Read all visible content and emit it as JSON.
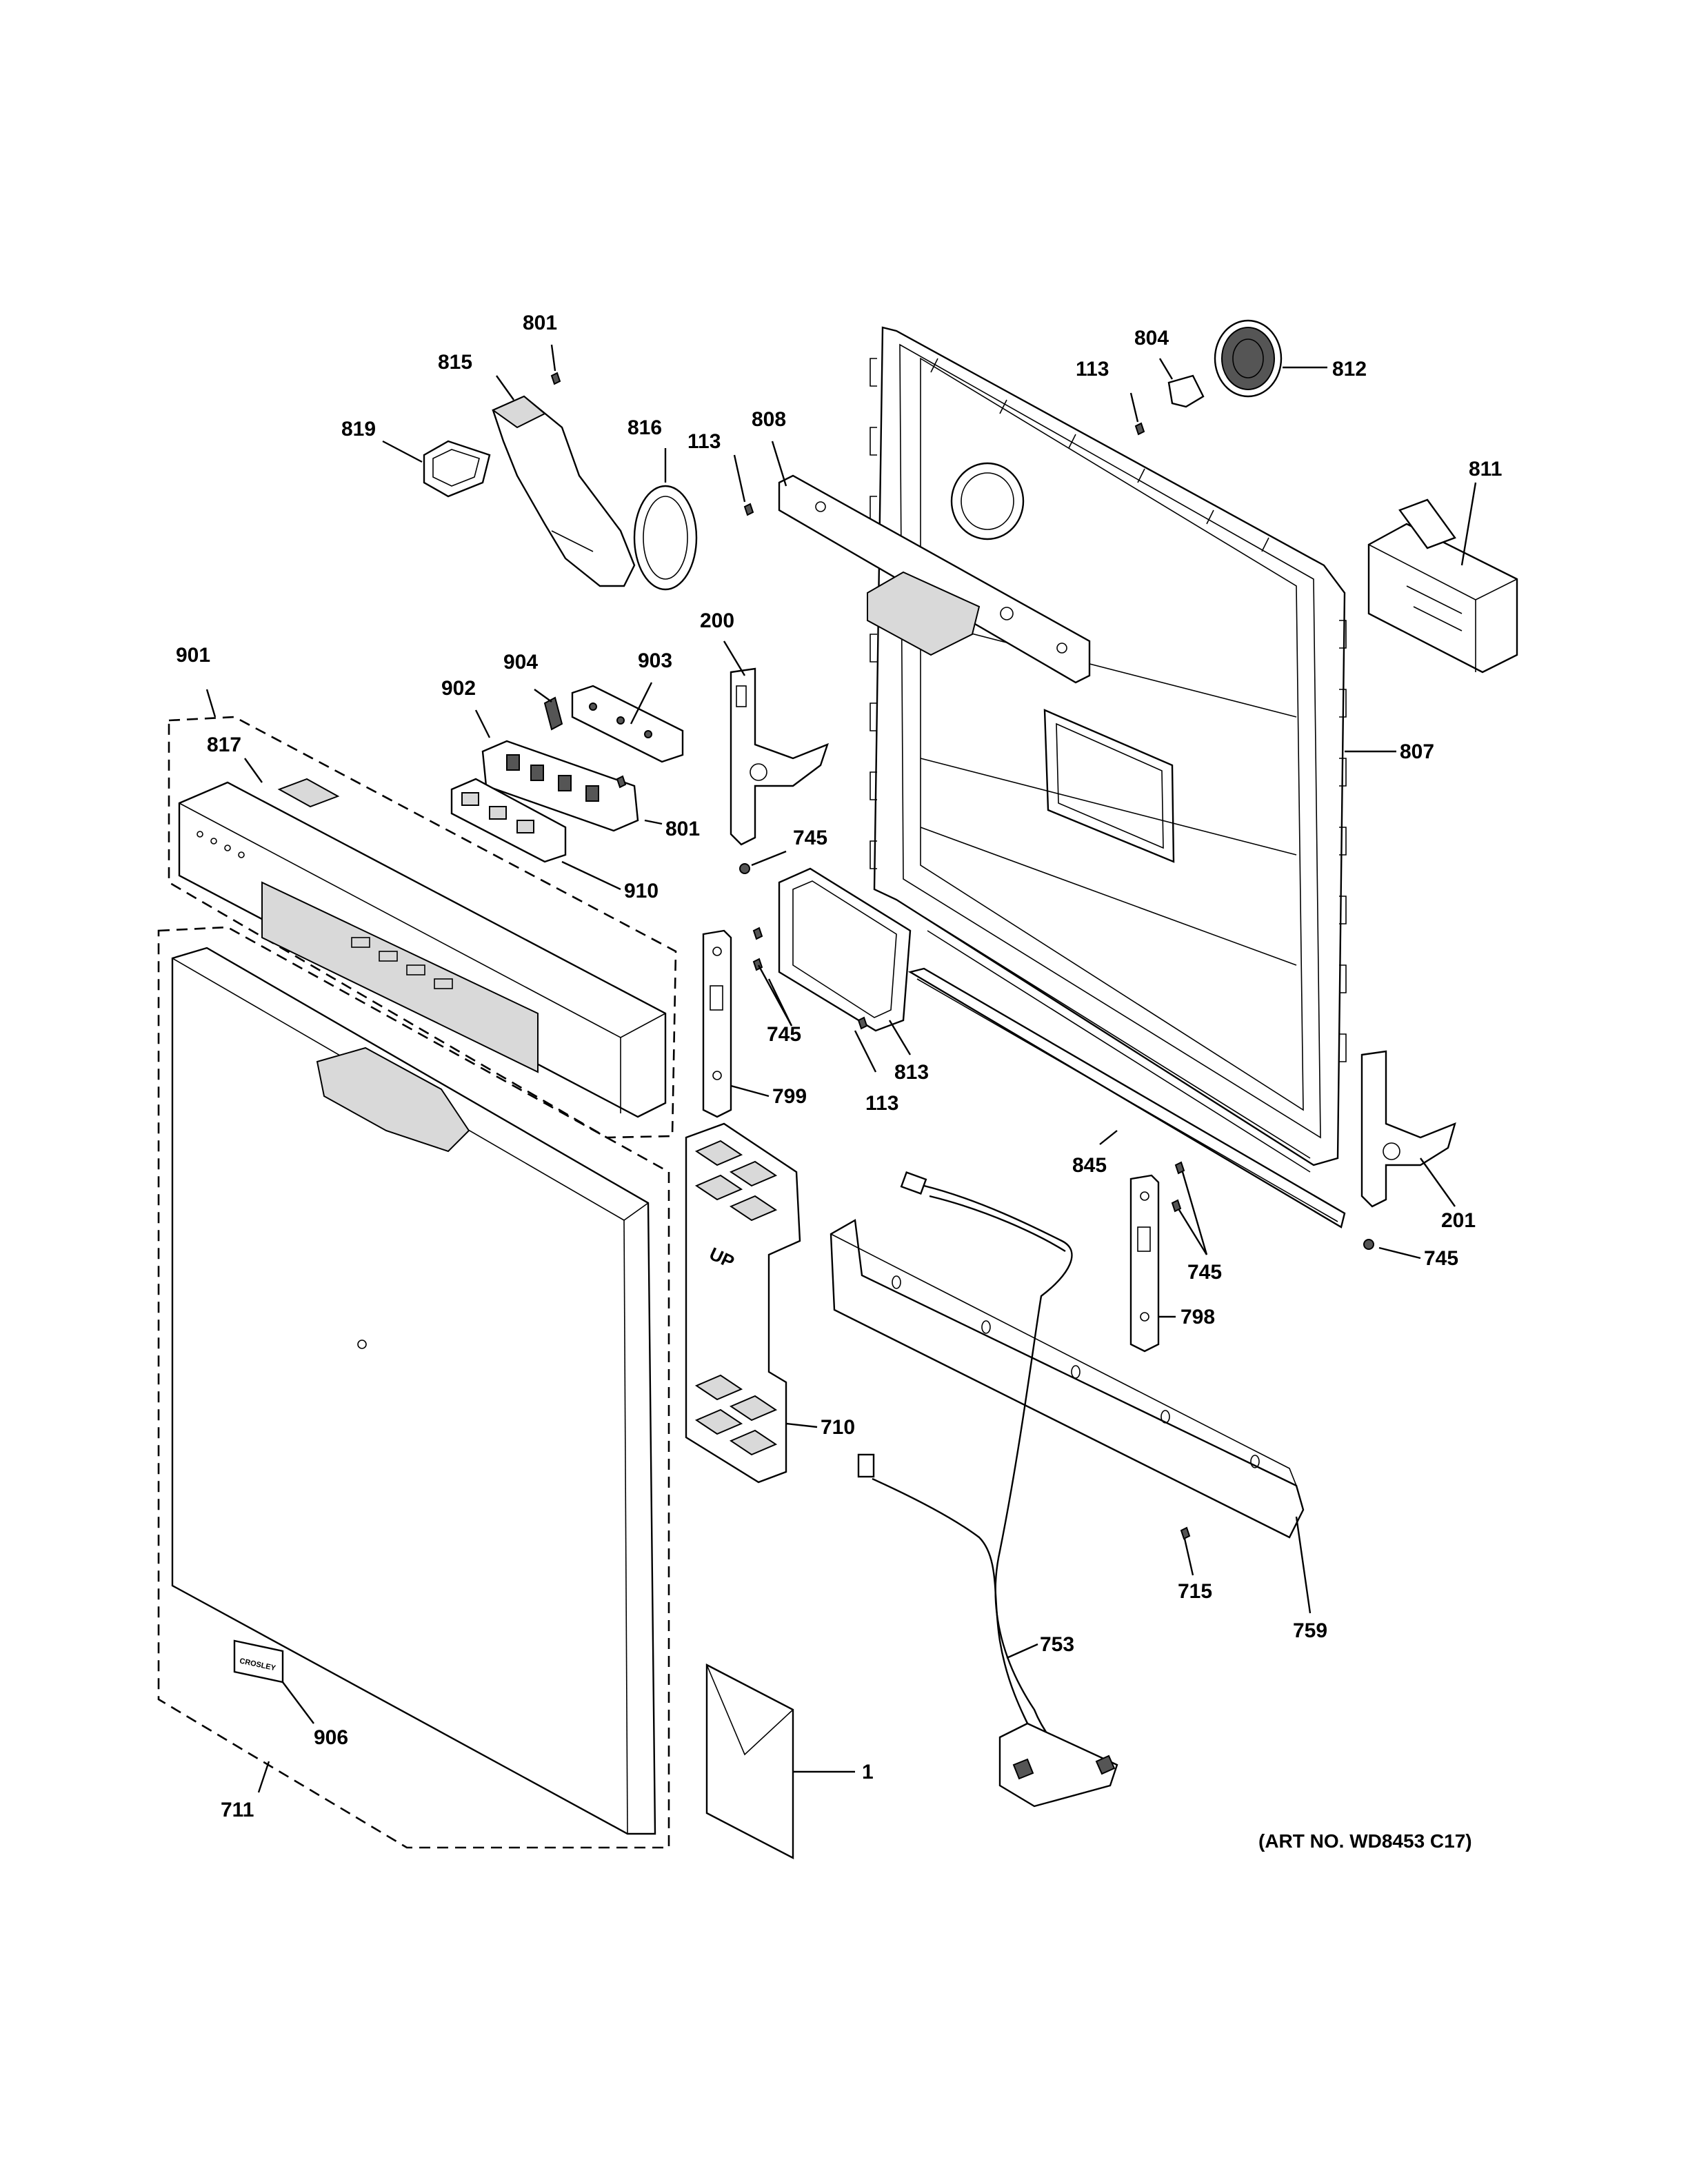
{
  "diagram": {
    "art_number": "(ART NO. WD8453 C17)",
    "badge_text": "CROSLEY",
    "panel_marking": "UP",
    "callouts": [
      {
        "id": "801a",
        "label": "801"
      },
      {
        "id": "815",
        "label": "815"
      },
      {
        "id": "819",
        "label": "819"
      },
      {
        "id": "816",
        "label": "816"
      },
      {
        "id": "113a",
        "label": "113"
      },
      {
        "id": "808",
        "label": "808"
      },
      {
        "id": "804",
        "label": "804"
      },
      {
        "id": "113b",
        "label": "113"
      },
      {
        "id": "812",
        "label": "812"
      },
      {
        "id": "811",
        "label": "811"
      },
      {
        "id": "901",
        "label": "901"
      },
      {
        "id": "904",
        "label": "904"
      },
      {
        "id": "903",
        "label": "903"
      },
      {
        "id": "902",
        "label": "902"
      },
      {
        "id": "200",
        "label": "200"
      },
      {
        "id": "807",
        "label": "807"
      },
      {
        "id": "817",
        "label": "817"
      },
      {
        "id": "801b",
        "label": "801"
      },
      {
        "id": "745a",
        "label": "745"
      },
      {
        "id": "910",
        "label": "910"
      },
      {
        "id": "745b",
        "label": "745"
      },
      {
        "id": "113c",
        "label": "113"
      },
      {
        "id": "813",
        "label": "813"
      },
      {
        "id": "799",
        "label": "799"
      },
      {
        "id": "845",
        "label": "845"
      },
      {
        "id": "201",
        "label": "201"
      },
      {
        "id": "745c",
        "label": "745"
      },
      {
        "id": "745d",
        "label": "745"
      },
      {
        "id": "798",
        "label": "798"
      },
      {
        "id": "710",
        "label": "710"
      },
      {
        "id": "715",
        "label": "715"
      },
      {
        "id": "759",
        "label": "759"
      },
      {
        "id": "753",
        "label": "753"
      },
      {
        "id": "906",
        "label": "906"
      },
      {
        "id": "1",
        "label": "1"
      },
      {
        "id": "711",
        "label": "711"
      }
    ]
  }
}
